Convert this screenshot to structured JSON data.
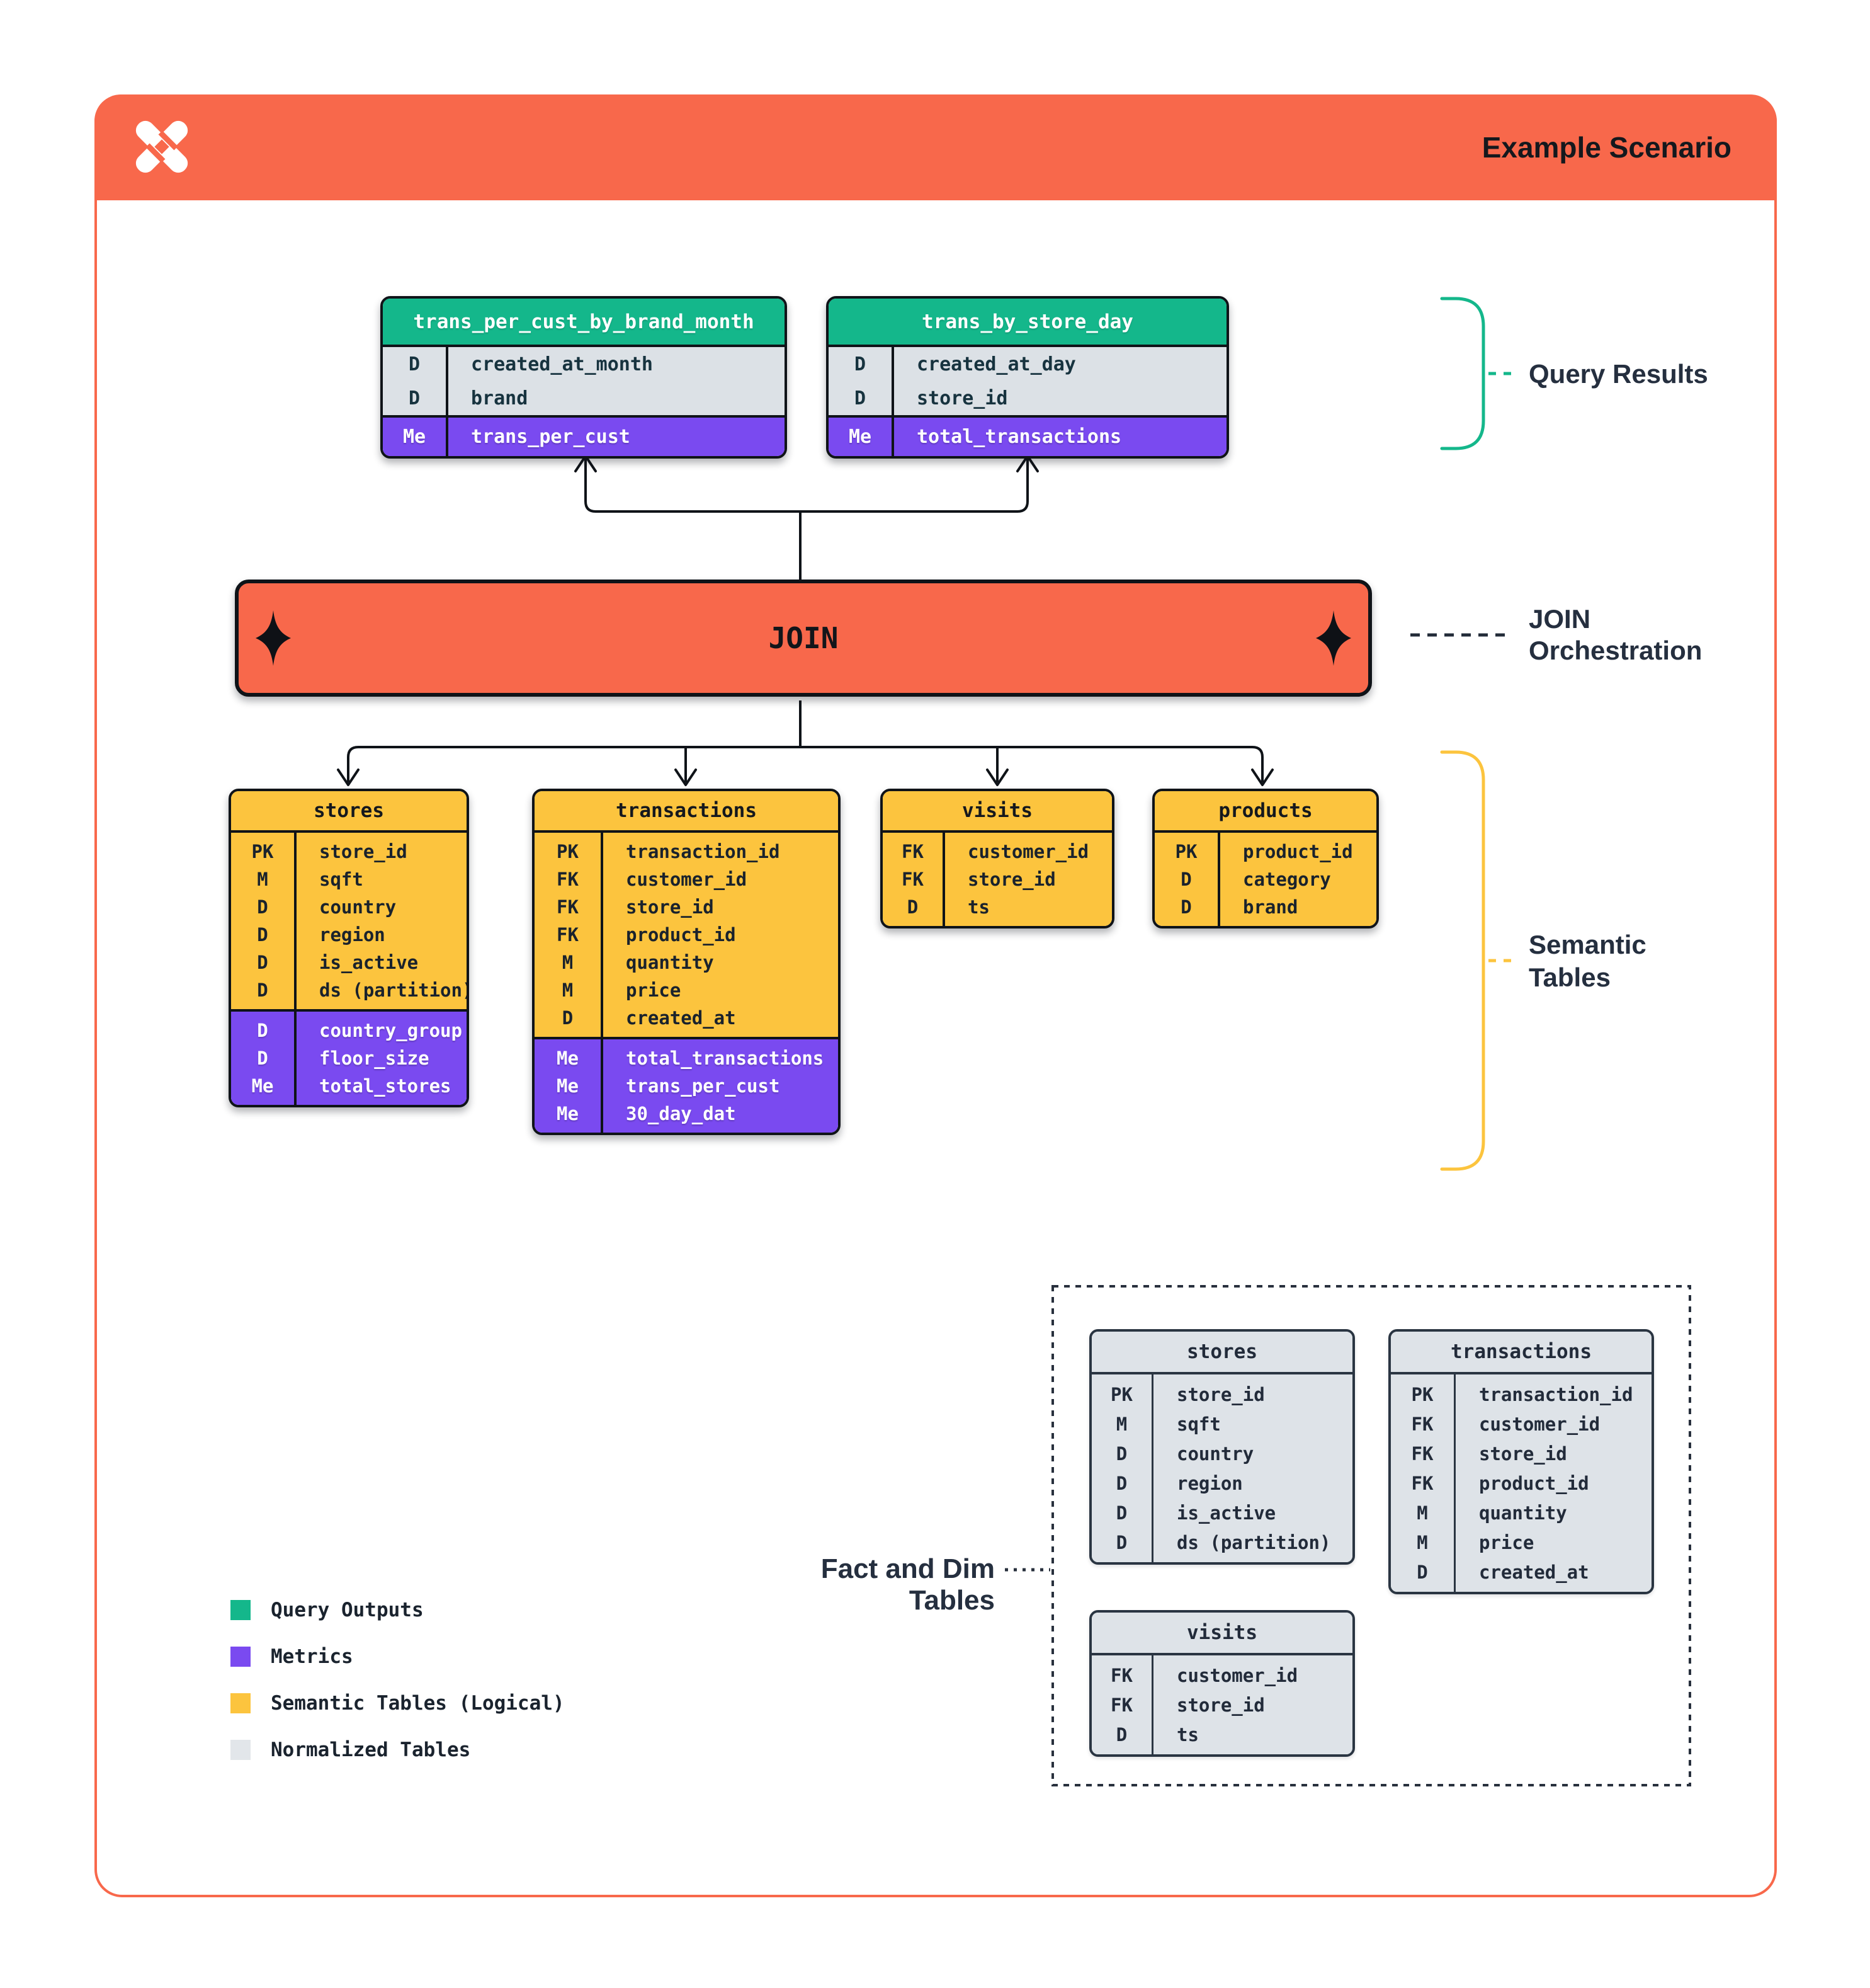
{
  "header": {
    "title": "Example Scenario",
    "logo": "pinwheel-x-logo",
    "bar_color": "#F8684B"
  },
  "join": {
    "label": "JOIN"
  },
  "annotations": {
    "query_results": "Query Results",
    "join_orchestration": "JOIN Orchestration",
    "semantic_tables": "Semantic Tables",
    "fact_dim": "Fact and Dim Tables"
  },
  "query_result_tables": [
    {
      "name": "trans_per_cust_by_brand_month",
      "fields": [
        [
          "D",
          "created_at_month"
        ],
        [
          "D",
          "brand"
        ]
      ],
      "metrics": [
        [
          "Me",
          "trans_per_cust"
        ]
      ]
    },
    {
      "name": "trans_by_store_day",
      "fields": [
        [
          "D",
          "created_at_day"
        ],
        [
          "D",
          "store_id"
        ]
      ],
      "metrics": [
        [
          "Me",
          "total_transactions"
        ]
      ]
    }
  ],
  "semantic_tables": [
    {
      "name": "stores",
      "fields": [
        [
          "PK",
          "store_id"
        ],
        [
          "M",
          "sqft"
        ],
        [
          "D",
          "country"
        ],
        [
          "D",
          "region"
        ],
        [
          "D",
          "is_active"
        ],
        [
          "D",
          "ds (partition)"
        ]
      ],
      "metrics": [
        [
          "D",
          "country_group"
        ],
        [
          "D",
          "floor_size"
        ],
        [
          "Me",
          "total_stores"
        ]
      ]
    },
    {
      "name": "transactions",
      "fields": [
        [
          "PK",
          "transaction_id"
        ],
        [
          "FK",
          "customer_id"
        ],
        [
          "FK",
          "store_id"
        ],
        [
          "FK",
          "product_id"
        ],
        [
          "M",
          "quantity"
        ],
        [
          "M",
          "price"
        ],
        [
          "D",
          "created_at"
        ]
      ],
      "metrics": [
        [
          "Me",
          "total_transactions"
        ],
        [
          "Me",
          "trans_per_cust"
        ],
        [
          "Me",
          "30_day_dat"
        ]
      ]
    },
    {
      "name": "visits",
      "fields": [
        [
          "FK",
          "customer_id"
        ],
        [
          "FK",
          "store_id"
        ],
        [
          "D",
          "ts"
        ]
      ],
      "metrics": []
    },
    {
      "name": "products",
      "fields": [
        [
          "PK",
          "product_id"
        ],
        [
          "D",
          "category"
        ],
        [
          "D",
          "brand"
        ]
      ],
      "metrics": []
    }
  ],
  "normalized_tables": [
    {
      "name": "stores",
      "fields": [
        [
          "PK",
          "store_id"
        ],
        [
          "M",
          "sqft"
        ],
        [
          "D",
          "country"
        ],
        [
          "D",
          "region"
        ],
        [
          "D",
          "is_active"
        ],
        [
          "D",
          "ds (partition)"
        ]
      ],
      "metrics": []
    },
    {
      "name": "transactions",
      "fields": [
        [
          "PK",
          "transaction_id"
        ],
        [
          "FK",
          "customer_id"
        ],
        [
          "FK",
          "store_id"
        ],
        [
          "FK",
          "product_id"
        ],
        [
          "M",
          "quantity"
        ],
        [
          "M",
          "price"
        ],
        [
          "D",
          "created_at"
        ]
      ],
      "metrics": []
    },
    {
      "name": "visits",
      "fields": [
        [
          "FK",
          "customer_id"
        ],
        [
          "FK",
          "store_id"
        ],
        [
          "D",
          "ts"
        ]
      ],
      "metrics": []
    }
  ],
  "legend": {
    "items": [
      {
        "label": "Query Outputs",
        "color": "#14B78B"
      },
      {
        "label": "Metrics",
        "color": "#7A4AF0"
      },
      {
        "label": "Semantic Tables (Logical)",
        "color": "#FCC43E"
      },
      {
        "label": "Normalized Tables",
        "color": "#E2E6EA"
      }
    ]
  },
  "colors": {
    "accent_orange": "#F8684B",
    "query_output_green": "#14B78B",
    "metric_purple": "#7A4AF0",
    "semantic_yellow": "#FCC43E",
    "normalized_gray": "#DEE3E8",
    "line_ink": "#0F1318",
    "label_navy": "#252F3F"
  }
}
